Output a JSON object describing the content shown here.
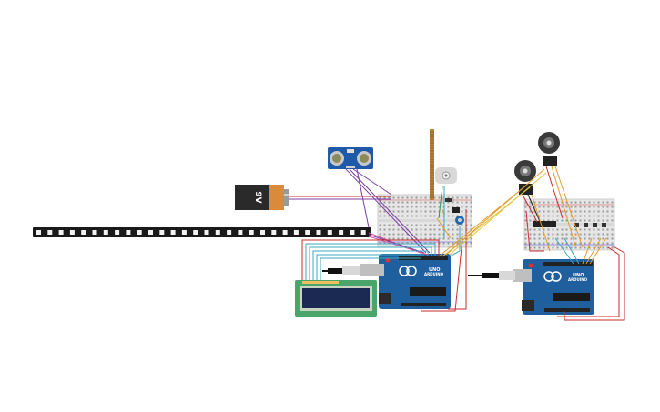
{
  "battery": {
    "label": "9V"
  },
  "arduino_left": {
    "brand": "ARDUINO",
    "model": "UNO"
  },
  "arduino_right": {
    "brand": "ARDUINO",
    "model": "UNO"
  },
  "colors": {
    "board_blue": "#1f5f9e",
    "breadboard": "#e6e6e6",
    "lcd_frame": "#4aa56a",
    "lcd_screen": "#1b2a52",
    "strip": "#1a1a1a",
    "wire_red": "#cc2b2b",
    "wire_purple": "#7b3fa0",
    "wire_orange": "#e39b2a",
    "wire_teal": "#3aa9c2",
    "wire_yellow": "#e4c23a",
    "wire_pink": "#d9559f"
  }
}
